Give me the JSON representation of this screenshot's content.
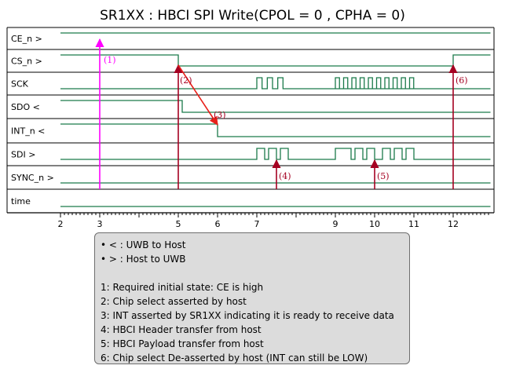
{
  "title": "SR1XX : HBCI SPI Write(CPOL = 0 , CPHA = 0)",
  "colors": {
    "signal": "#1b7a4a",
    "marker": "#a50021",
    "ce_marker": "#ff00ff",
    "arrow": "#e8201a",
    "grid": "#000000"
  },
  "signals": [
    {
      "label": "CE_n  >"
    },
    {
      "label": "CS_n     >"
    },
    {
      "label": "SCK"
    },
    {
      "label": "SDO      <"
    },
    {
      "label": "INT_n   <"
    },
    {
      "label": "SDI      >"
    },
    {
      "label": "SYNC_n >"
    },
    {
      "label": "time"
    }
  ],
  "time_ticks": [
    "2",
    "3",
    "5",
    "6",
    "7",
    "9",
    "10",
    "11",
    "12"
  ],
  "markers": [
    {
      "label": "(1)",
      "time": 3
    },
    {
      "label": "(2)",
      "time": 5
    },
    {
      "label": "(3)",
      "time": 6
    },
    {
      "label": "(4)",
      "time": 7.5
    },
    {
      "label": "(5)",
      "time": 10
    },
    {
      "label": "(6)",
      "time": 12
    }
  ],
  "legend": {
    "bullets": [
      "< : UWB to Host",
      "> : Host to UWB"
    ],
    "notes": [
      "1: Required initial state: CE is high",
      "2: Chip select asserted by host",
      "3: INT asserted by SR1XX indicating it is ready to receive data",
      "4: HBCI Header transfer from host",
      "5: HBCI Payload transfer from host",
      "6: Chip select De-asserted by host (INT can still be LOW)"
    ]
  }
}
